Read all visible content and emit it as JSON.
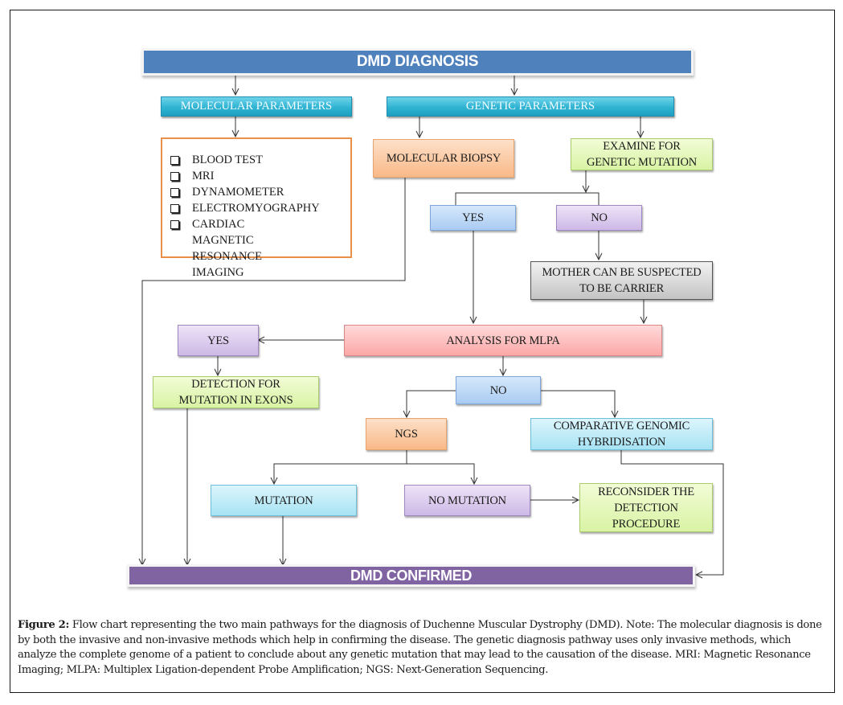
{
  "figure": {
    "top_banner": "DMD DIAGNOSIS",
    "bottom_banner": "DMD CONFIRMED",
    "branches": {
      "molecular": "MOLECULAR PARAMETERS",
      "genetic": "GENETIC PARAMETERS"
    },
    "molecular_tests": [
      "BLOOD TEST",
      "MRI",
      "DYNAMOMETER",
      "ELECTROMYOGRAPHY",
      "CARDIAC MAGNETIC RESONANCE IMAGING"
    ],
    "nodes": {
      "molecular_biopsy": "MOLECULAR BIOPSY",
      "examine_genetic": "EXAMINE FOR GENETIC MUTATION",
      "yes_1": "YES",
      "no_1": "NO",
      "mother_carrier": "MOTHER CAN BE SUSPECTED TO BE CARRIER",
      "mlpa": "ANALYSIS FOR MLPA",
      "yes_2": "YES",
      "detection_exons": "DETECTION FOR MUTATION IN EXONS",
      "no_2": "NO",
      "ngs": "NGS",
      "cgh": "COMPARATIVE GENOMIC HYBRIDISATION",
      "mutation": "MUTATION",
      "no_mutation": "NO MUTATION",
      "reconsider": "RECONSIDER THE DETECTION PROCEDURE"
    },
    "colors": {
      "top_banner": "#4f81bd",
      "bottom_banner": "#8064a2",
      "branch_bar": "#31b5d4",
      "list_border": "#e8904a"
    }
  },
  "caption": {
    "label": "Figure 2:",
    "text": " Flow chart representing the two main pathways for the diagnosis of Duchenne Muscular Dystrophy (DMD). Note: The molecular diagnosis is done by both the invasive and non-invasive methods which help in confirming the disease. The genetic diagnosis pathway uses only invasive methods, which analyze the complete genome of a patient to conclude about any genetic mutation that may lead to the causation of the disease. MRI: Magnetic Resonance Imaging; MLPA: Multiplex Ligation-dependent Probe Amplification; NGS: Next-Generation Sequencing."
  }
}
